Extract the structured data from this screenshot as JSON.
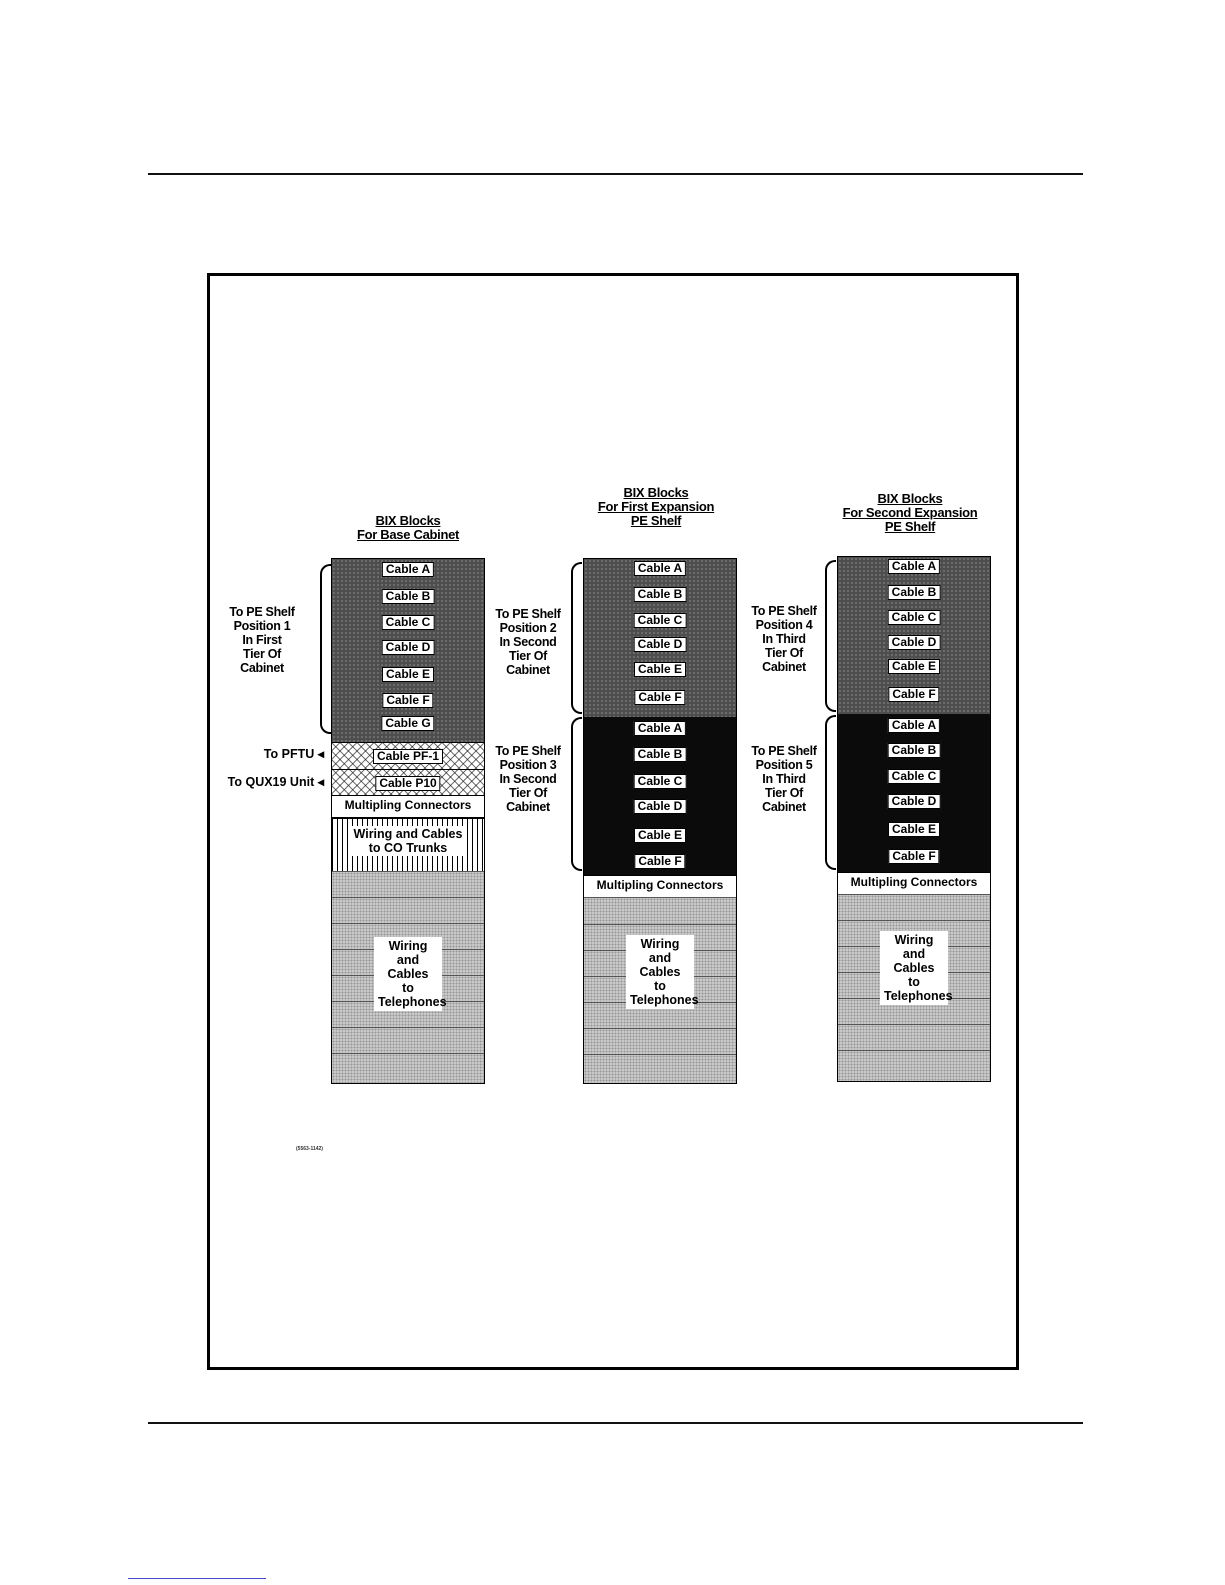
{
  "figure_id": "(5563-1142)",
  "columns": [
    {
      "title": [
        "BIX Blocks",
        "For Base Cabinet"
      ],
      "groups": [
        {
          "label": [
            "To PE Shelf",
            "Position 1",
            "In First",
            "Tier Of",
            "Cabinet"
          ],
          "cables": [
            "Cable A",
            "Cable B",
            "Cable C",
            "Cable D",
            "Cable E",
            "Cable F",
            "Cable G"
          ]
        }
      ],
      "extra_cables": [
        {
          "label": "Cable PF-1",
          "arrow_label": "To PFTU"
        },
        {
          "label": "Cable P10",
          "arrow_label": "To QUX19 Unit"
        }
      ],
      "multiplying": "Multipling Connectors",
      "co_trunks": [
        "Wiring and Cables",
        "to CO Trunks"
      ],
      "telephones": [
        "Wiring",
        "and",
        "Cables",
        "to",
        "Telephones"
      ]
    },
    {
      "title": [
        "BIX Blocks",
        "For First Expansion",
        "PE Shelf"
      ],
      "groups": [
        {
          "label": [
            "To PE Shelf",
            "Position 2",
            "In Second",
            "Tier Of",
            "Cabinet"
          ],
          "cables": [
            "Cable A",
            "Cable B",
            "Cable C",
            "Cable D",
            "Cable E",
            "Cable F"
          ]
        },
        {
          "label": [
            "To PE Shelf",
            "Position 3",
            "In Second",
            "Tier Of",
            "Cabinet"
          ],
          "cables": [
            "Cable A",
            "Cable B",
            "Cable C",
            "Cable D",
            "Cable E",
            "Cable F"
          ]
        }
      ],
      "multiplying": "Multipling Connectors",
      "telephones": [
        "Wiring",
        "and",
        "Cables",
        "to",
        "Telephones"
      ]
    },
    {
      "title": [
        "BIX Blocks",
        "For Second Expansion",
        "PE Shelf"
      ],
      "groups": [
        {
          "label": [
            "To PE Shelf",
            "Position 4",
            "In Third",
            "Tier Of",
            "Cabinet"
          ],
          "cables": [
            "Cable A",
            "Cable B",
            "Cable C",
            "Cable D",
            "Cable E",
            "Cable F"
          ]
        },
        {
          "label": [
            "To PE Shelf",
            "Position 5",
            "In Third",
            "Tier Of",
            "Cabinet"
          ],
          "cables": [
            "Cable A",
            "Cable B",
            "Cable C",
            "Cable D",
            "Cable E",
            "Cable F"
          ]
        }
      ],
      "multiplying": "Multipling Connectors",
      "telephones": [
        "Wiring",
        "and",
        "Cables",
        "to",
        "Telephones"
      ]
    }
  ]
}
